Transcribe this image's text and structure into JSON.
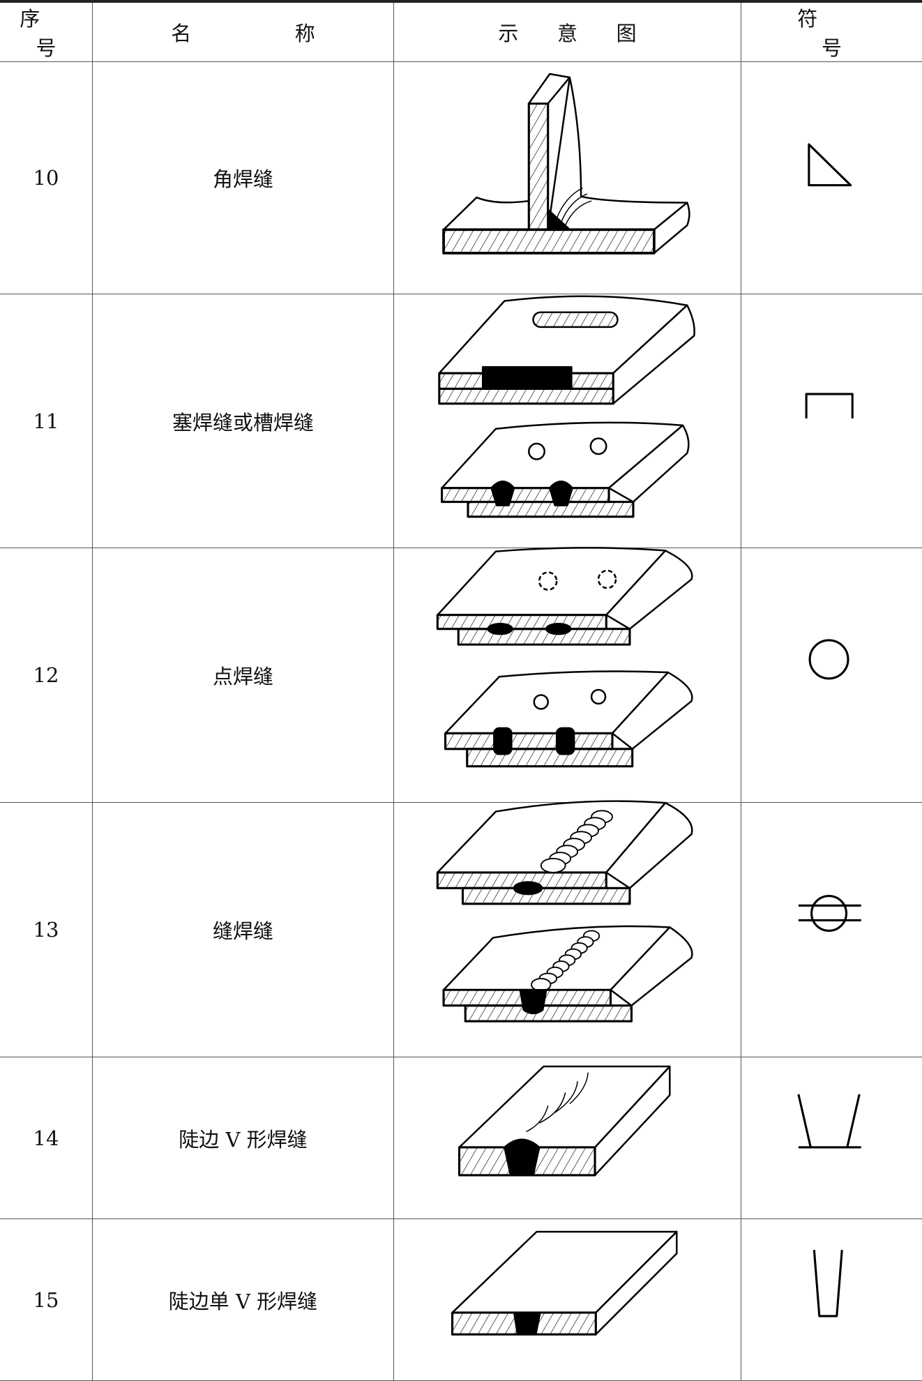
{
  "headers": {
    "index": "序 号",
    "name": "名 称",
    "diagram": "示 意 图",
    "symbol": "符 号"
  },
  "rows": [
    {
      "index": "10",
      "name": "角焊缝",
      "diagram_icon": "fillet-weld-diagram",
      "symbol_icon": "fillet-triangle-symbol"
    },
    {
      "index": "11",
      "name": "塞焊缝或槽焊缝",
      "diagram_icon": "plug-slot-weld-diagram",
      "symbol_icon": "plug-bracket-symbol"
    },
    {
      "index": "12",
      "name": "点焊缝",
      "diagram_icon": "spot-weld-diagram",
      "symbol_icon": "spot-circle-symbol"
    },
    {
      "index": "13",
      "name": "缝焊缝",
      "diagram_icon": "seam-weld-diagram",
      "symbol_icon": "seam-circle-lines-symbol"
    },
    {
      "index": "14",
      "name": "陡边 V 形焊缝",
      "diagram_icon": "steep-v-weld-diagram",
      "symbol_icon": "steep-v-symbol"
    },
    {
      "index": "15",
      "name": "陡边单 V 形焊缝",
      "diagram_icon": "steep-single-v-weld-diagram",
      "symbol_icon": "steep-single-v-symbol"
    }
  ]
}
